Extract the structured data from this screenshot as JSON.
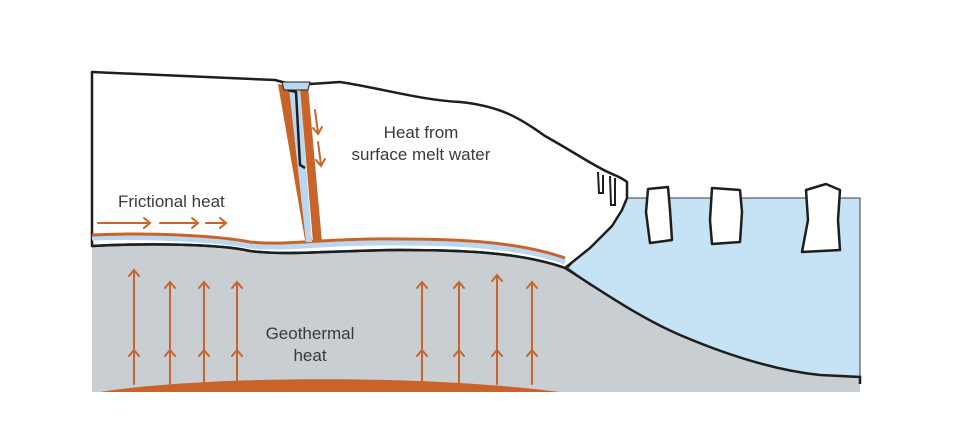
{
  "labels": {
    "melt_line1": "Heat from",
    "melt_line2": "surface melt water",
    "friction": "Frictional heat",
    "geo_line1": "Geothermal",
    "geo_line2": "heat"
  },
  "colors": {
    "ice_fill": "#ffffff",
    "outline": "#1e1e1e",
    "bedrock": "#c9ced3",
    "meltwater": "#b9d7ee",
    "ocean": "#c6e2f5",
    "heat_orange": "#c8642a"
  }
}
